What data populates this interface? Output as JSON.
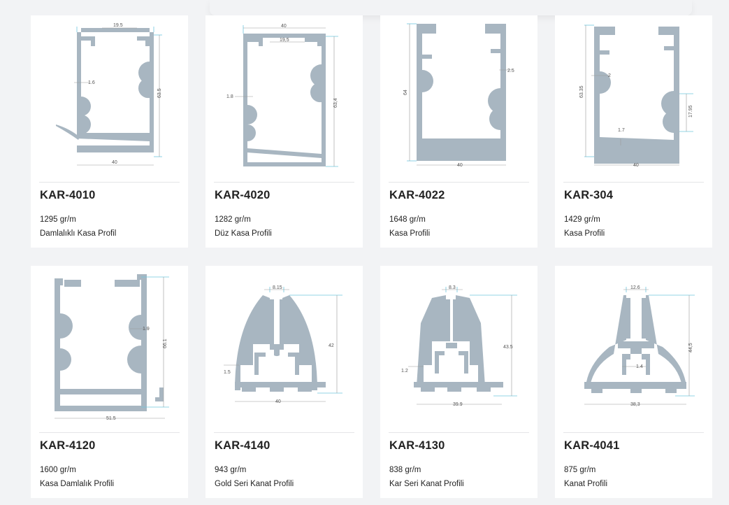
{
  "products": [
    {
      "code": "KAR-4010",
      "weight": "1295 gr/m",
      "description": "Damlalıklı Kasa Profil",
      "dims": [
        "19.5",
        "1.6",
        "63.5",
        "40"
      ]
    },
    {
      "code": "KAR-4020",
      "weight": "1282 gr/m",
      "description": "Düz Kasa Profili",
      "dims": [
        "40",
        "19,5",
        "1.8",
        "63,4"
      ]
    },
    {
      "code": "KAR-4022",
      "weight": "1648 gr/m",
      "description": "Kasa Profili",
      "dims": [
        "64",
        "2.5",
        "40"
      ]
    },
    {
      "code": "KAR-304",
      "weight": "1429 gr/m",
      "description": "Kasa Profili",
      "dims": [
        "63.35",
        "2",
        "17.95",
        "1.7",
        "40"
      ]
    },
    {
      "code": "KAR-4120",
      "weight": "1600 gr/m",
      "description": "Kasa Damlalık Profili",
      "dims": [
        "1.9",
        "66.1",
        "51.5"
      ]
    },
    {
      "code": "KAR-4140",
      "weight": "943 gr/m",
      "description": "Gold Seri Kanat Profili",
      "dims": [
        "8.15",
        "42",
        "1.5",
        "40"
      ]
    },
    {
      "code": "KAR-4130",
      "weight": "838 gr/m",
      "description": "Kar Seri Kanat Profili",
      "dims": [
        "8.3",
        "43.5",
        "1.2",
        "39.9"
      ]
    },
    {
      "code": "KAR-4041",
      "weight": "875 gr/m",
      "description": "Kanat Profili",
      "dims": [
        "12.6",
        "44,5",
        "1.4",
        "38,3"
      ]
    }
  ],
  "colors": {
    "profile": "#a8b6c1",
    "dimension_line": "#6fc7de",
    "background": "#f2f3f5"
  }
}
